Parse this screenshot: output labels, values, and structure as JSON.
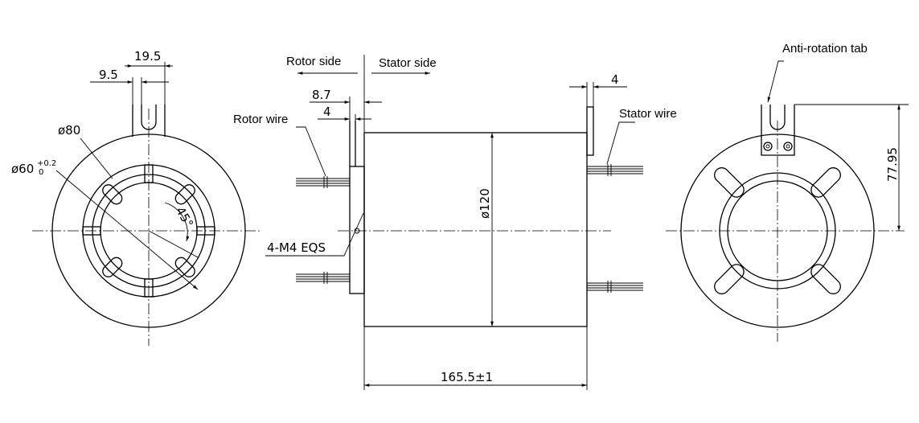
{
  "labels": {
    "rotor_side": "Rotor side",
    "stator_side": "Stator side",
    "rotor_wire": "Rotor wire",
    "stator_wire": "Stator wire",
    "anti_rotation_tab": "Anti-rotation tab",
    "screws": "4-M4  EQS"
  },
  "dimensions": {
    "tab_width": "19.5",
    "tab_slot": "9.5",
    "outer_dia": "ø80",
    "bore_dia": "ø60",
    "bore_tol_upper": "+0.2",
    "bore_tol_lower": "0",
    "angle": "45°",
    "flange_offset": "8.7",
    "rotor_flange": "4",
    "stator_tab_thickness": "4",
    "body_dia": "ø120",
    "length": "165.5±1",
    "tab_height": "77.95"
  },
  "colors": {
    "line": "#000000",
    "background": "#ffffff"
  }
}
